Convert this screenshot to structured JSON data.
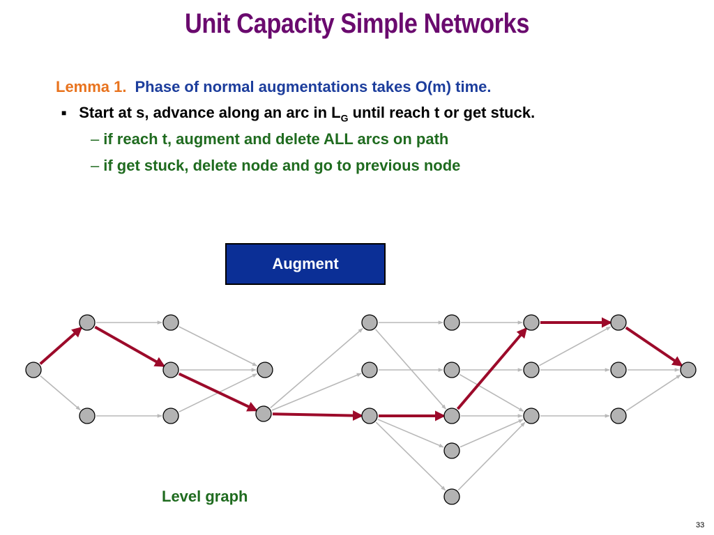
{
  "title": "Unit Capacity Simple Networks",
  "lemma": {
    "label": "Lemma 1.",
    "statement": "Phase of normal augmentations takes O(m) time."
  },
  "bullet": {
    "text_before": "Start at s, advance along an arc in L",
    "subscript": "G",
    "text_after": " until reach t or get stuck."
  },
  "sub_bullets": [
    "if reach t, augment and delete ALL arcs on path",
    "if get stuck, delete node and go to previous node"
  ],
  "button": {
    "label": "Augment"
  },
  "caption": "Level graph",
  "page_number": "33",
  "colors": {
    "title": "#6a0a6e",
    "lemma_label": "#e8731e",
    "lemma_statement": "#1c3d9c",
    "sub_bullets": "#1f6b1f",
    "button_bg": "#0b2f96",
    "path_arc": "#9c0a2a",
    "normal_arc": "#b8b8b8",
    "node_fill": "#b3b3b3"
  },
  "graph": {
    "nodes": [
      "s",
      "a1",
      "a2",
      "b1",
      "b2",
      "b3",
      "c1",
      "c2",
      "d1",
      "d2",
      "d3",
      "e1",
      "e2",
      "e3",
      "e4",
      "e5",
      "f1",
      "f2",
      "f3",
      "g1",
      "g2",
      "g3",
      "t"
    ],
    "arcs": [
      [
        "a1",
        "b1"
      ],
      [
        "a2",
        "b3"
      ],
      [
        "b1",
        "c1"
      ],
      [
        "b2",
        "c1"
      ],
      [
        "b3",
        "c1"
      ],
      [
        "c2",
        "d1"
      ],
      [
        "c2",
        "d2"
      ],
      [
        "d1",
        "e1"
      ],
      [
        "d1",
        "e3"
      ],
      [
        "d2",
        "e2"
      ],
      [
        "d3",
        "e3"
      ],
      [
        "d3",
        "e4"
      ],
      [
        "d3",
        "e5"
      ],
      [
        "e1",
        "f1"
      ],
      [
        "e2",
        "f2"
      ],
      [
        "e2",
        "f3"
      ],
      [
        "e3",
        "f3"
      ],
      [
        "e4",
        "f3"
      ],
      [
        "e5",
        "f3"
      ],
      [
        "f2",
        "g1"
      ],
      [
        "f2",
        "g2"
      ],
      [
        "f3",
        "g3"
      ],
      [
        "g2",
        "t"
      ],
      [
        "g3",
        "t"
      ],
      [
        "s",
        "a2"
      ]
    ],
    "path": [
      [
        "s",
        "a1"
      ],
      [
        "a1",
        "b2"
      ],
      [
        "b2",
        "c2"
      ],
      [
        "c2",
        "d3"
      ],
      [
        "d3",
        "e3"
      ],
      [
        "e3",
        "f1"
      ],
      [
        "f1",
        "g1"
      ],
      [
        "g1",
        "t"
      ]
    ]
  }
}
